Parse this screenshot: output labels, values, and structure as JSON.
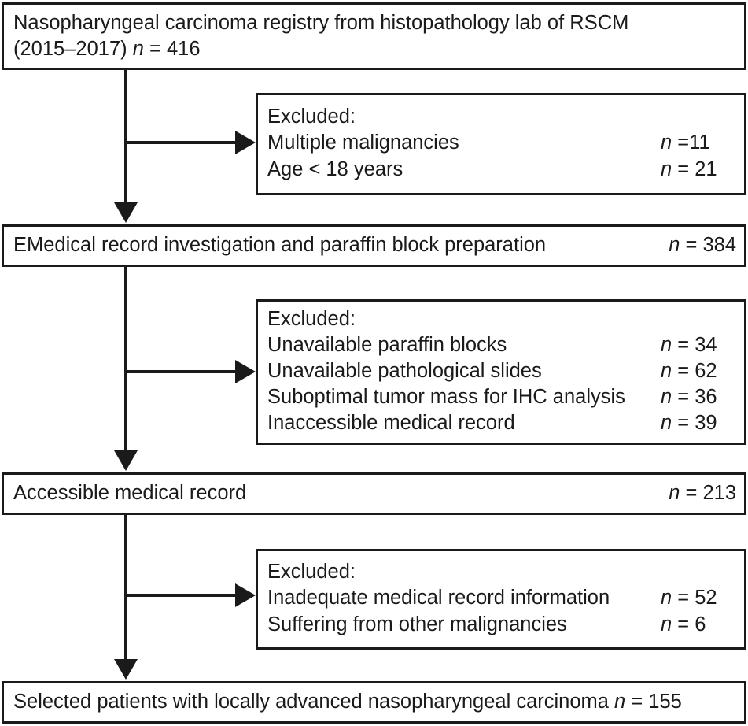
{
  "figure": {
    "type": "flowchart",
    "orientation": "top-to-bottom"
  },
  "boxes": {
    "registry": {
      "line1": "Nasopharyngeal carcinoma registry from histopathology lab of RSCM",
      "line2_prefix": "(2015–2017) ",
      "line2_n_italic": "n",
      "line2_n_value": " = 416"
    },
    "medical_record": {
      "label": "EMedical record investigation and paraffin block preparation",
      "n_italic": "n",
      "n_value": " = 384"
    },
    "accessible": {
      "label": "Accessible medical record",
      "n_italic": "n",
      "n_value": " = 213"
    },
    "selected": {
      "label": "Selected patients with locally advanced nasopharyngeal carcinoma ",
      "n_italic": "n",
      "n_value": " = 155"
    }
  },
  "excluded_boxes": [
    {
      "heading": "Excluded:",
      "items": [
        {
          "label": "Multiple malignancies",
          "n_italic": "n",
          "n_value": " =11"
        },
        {
          "label": "Age < 18 years",
          "n_italic": "n",
          "n_value": " = 21"
        }
      ]
    },
    {
      "heading": "Excluded:",
      "items": [
        {
          "label": "Unavailable paraffin blocks",
          "n_italic": "n",
          "n_value": " = 34"
        },
        {
          "label": "Unavailable pathological slides",
          "n_italic": "n",
          "n_value": " = 62"
        },
        {
          "label": "Suboptimal tumor mass for IHC analysis",
          "n_italic": "n",
          "n_value": " = 36"
        },
        {
          "label": "Inaccessible medical record",
          "n_italic": "n",
          "n_value": " = 39"
        }
      ]
    },
    {
      "heading": "Excluded:",
      "items": [
        {
          "label": "Inadequate medical record information",
          "n_italic": "n",
          "n_value": " = 52"
        },
        {
          "label": "Suffering from other malignancies",
          "n_italic": "n",
          "n_value": " = 6"
        }
      ]
    }
  ],
  "colors": {
    "stroke": "#1a1a1a",
    "background": "#ffffff"
  }
}
